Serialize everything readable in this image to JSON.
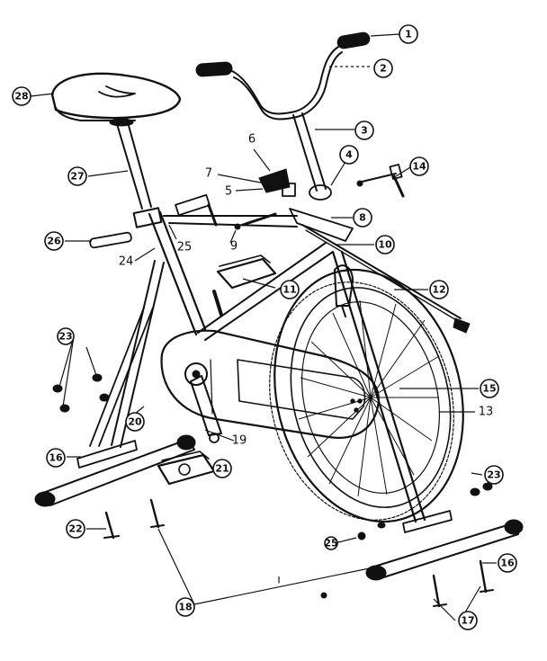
{
  "callouts": [
    {
      "id": "c1",
      "label": "1"
    },
    {
      "id": "c2",
      "label": "2"
    },
    {
      "id": "c3",
      "label": "3"
    },
    {
      "id": "c4",
      "label": "4"
    },
    {
      "id": "c5",
      "label": "5"
    },
    {
      "id": "c6",
      "label": "6"
    },
    {
      "id": "c7",
      "label": "7"
    },
    {
      "id": "c8",
      "label": "8"
    },
    {
      "id": "c9",
      "label": "9"
    },
    {
      "id": "c10",
      "label": "10"
    },
    {
      "id": "c11",
      "label": "11"
    },
    {
      "id": "c12",
      "label": "12"
    },
    {
      "id": "c13",
      "label": "13"
    },
    {
      "id": "c14",
      "label": "14"
    },
    {
      "id": "c15",
      "label": "15"
    },
    {
      "id": "c16a",
      "label": "16"
    },
    {
      "id": "c16b",
      "label": "16"
    },
    {
      "id": "c17",
      "label": "17"
    },
    {
      "id": "c18",
      "label": "18"
    },
    {
      "id": "c19",
      "label": "19"
    },
    {
      "id": "c20",
      "label": "20"
    },
    {
      "id": "c21",
      "label": "21"
    },
    {
      "id": "c22",
      "label": "22"
    },
    {
      "id": "c23a",
      "label": "23"
    },
    {
      "id": "c23b",
      "label": "23"
    },
    {
      "id": "c24",
      "label": "24"
    },
    {
      "id": "c25a",
      "label": "25"
    },
    {
      "id": "c25b",
      "label": "25"
    },
    {
      "id": "c26",
      "label": "26"
    },
    {
      "id": "c27",
      "label": "27"
    },
    {
      "id": "c28",
      "label": "28"
    }
  ]
}
